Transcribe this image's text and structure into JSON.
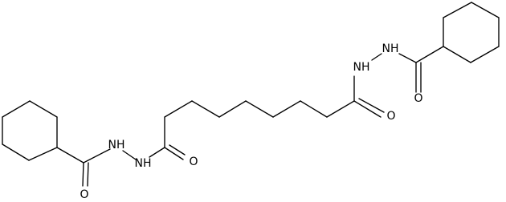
{
  "structure": {
    "labels": {
      "left_ketone_O": "O",
      "left_nh_upper": "NH",
      "left_nh_lower": "NH",
      "chain_left_O": "O",
      "chain_right_O": "O",
      "right_nh_upper": "NH",
      "right_nh_lower": "NH",
      "right_ketone_O": "O"
    }
  }
}
